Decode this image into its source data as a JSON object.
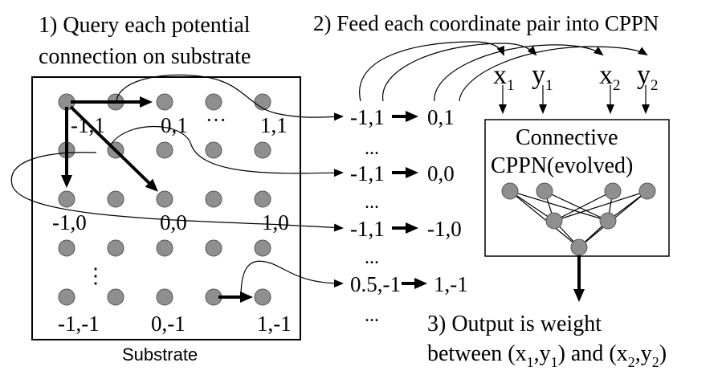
{
  "steps": {
    "step1": [
      "1) Query each potential",
      "connection on substrate"
    ],
    "step2": "2) Feed each coordinate pair into CPPN",
    "step3": [
      "3) Output is weight",
      "between (x",
      "1",
      ",y",
      "1",
      ") and (x",
      "2",
      ",y",
      "2",
      ")"
    ]
  },
  "substrate": {
    "label": "Substrate",
    "coord_labels": {
      "top_left": "-1,1",
      "top_mid": "0,1",
      "top_dots": "···",
      "top_right": "1,1",
      "mid_left": "-1,0",
      "mid_mid": "0,0",
      "mid_right": "1,0",
      "vert_dots": "⋮",
      "bot_left": "-1,-1",
      "bot_mid": "0,-1",
      "bot_right": "1,-1"
    }
  },
  "queries": {
    "rows": [
      {
        "from": "-1,1",
        "to": "0,1"
      },
      {
        "from": "-1,1",
        "to": "0,0"
      },
      {
        "from": "-1,1",
        "to": "-1,0"
      },
      {
        "from": "0.5,-1",
        "to": "1,-1"
      }
    ],
    "ellipsis": "..."
  },
  "cppn": {
    "title_line1": "Connective",
    "title_line2": "CPPN(evolved)",
    "inputs": [
      {
        "var": "x",
        "sub": "1"
      },
      {
        "var": "y",
        "sub": "1"
      },
      {
        "var": "x",
        "sub": "2"
      },
      {
        "var": "y",
        "sub": "2"
      }
    ]
  },
  "colors": {
    "node_fill": "#8f8f8f",
    "stroke": "#000000"
  }
}
